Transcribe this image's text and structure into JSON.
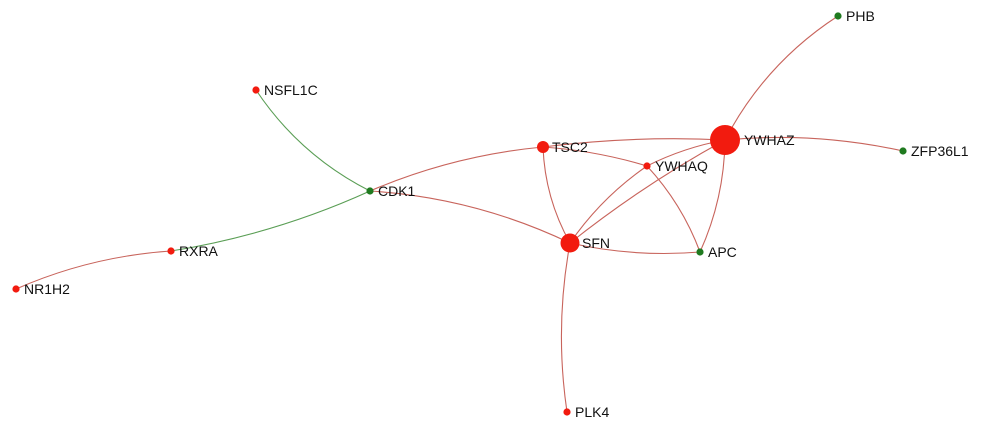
{
  "colors": {
    "red_node": "#f21b0f",
    "green_node": "#1f7a1f",
    "red_edge": "#c8645c",
    "green_edge": "#5a9e55"
  },
  "nodes": [
    {
      "id": "phb",
      "label": "PHB",
      "color": "green",
      "size": "small"
    },
    {
      "id": "nsfl1c",
      "label": "NSFL1C",
      "color": "red",
      "size": "small"
    },
    {
      "id": "ywhaz",
      "label": "YWHAZ",
      "color": "red",
      "size": "large"
    },
    {
      "id": "zfp36l1",
      "label": "ZFP36L1",
      "color": "green",
      "size": "small"
    },
    {
      "id": "tsc2",
      "label": "TSC2",
      "color": "red",
      "size": "medium"
    },
    {
      "id": "ywhaq",
      "label": "YWHAQ",
      "color": "red",
      "size": "small"
    },
    {
      "id": "cdk1",
      "label": "CDK1",
      "color": "green",
      "size": "small"
    },
    {
      "id": "sfn",
      "label": "SFN",
      "color": "red",
      "size": "medium-large"
    },
    {
      "id": "apc",
      "label": "APC",
      "color": "green",
      "size": "small"
    },
    {
      "id": "rxra",
      "label": "RXRA",
      "color": "red",
      "size": "small"
    },
    {
      "id": "nr1h2",
      "label": "NR1H2",
      "color": "red",
      "size": "small"
    },
    {
      "id": "plk4",
      "label": "PLK4",
      "color": "red",
      "size": "small"
    }
  ],
  "edges": [
    {
      "from": "ywhaz",
      "to": "phb",
      "color": "red"
    },
    {
      "from": "ywhaz",
      "to": "zfp36l1",
      "color": "red"
    },
    {
      "from": "nsfl1c",
      "to": "cdk1",
      "color": "green"
    },
    {
      "from": "rxra",
      "to": "cdk1",
      "color": "green"
    },
    {
      "from": "nr1h2",
      "to": "rxra",
      "color": "red"
    },
    {
      "from": "cdk1",
      "to": "tsc2",
      "color": "red"
    },
    {
      "from": "cdk1",
      "to": "sfn",
      "color": "red"
    },
    {
      "from": "tsc2",
      "to": "ywhaq",
      "color": "red"
    },
    {
      "from": "tsc2",
      "to": "ywhaz",
      "color": "red"
    },
    {
      "from": "tsc2",
      "to": "sfn",
      "color": "red"
    },
    {
      "from": "ywhaq",
      "to": "ywhaz",
      "color": "red"
    },
    {
      "from": "ywhaq",
      "to": "sfn",
      "color": "red"
    },
    {
      "from": "ywhaq",
      "to": "apc",
      "color": "red"
    },
    {
      "from": "ywhaz",
      "to": "sfn",
      "color": "red"
    },
    {
      "from": "ywhaz",
      "to": "apc",
      "color": "red"
    },
    {
      "from": "sfn",
      "to": "apc",
      "color": "red"
    },
    {
      "from": "sfn",
      "to": "plk4",
      "color": "red"
    }
  ]
}
